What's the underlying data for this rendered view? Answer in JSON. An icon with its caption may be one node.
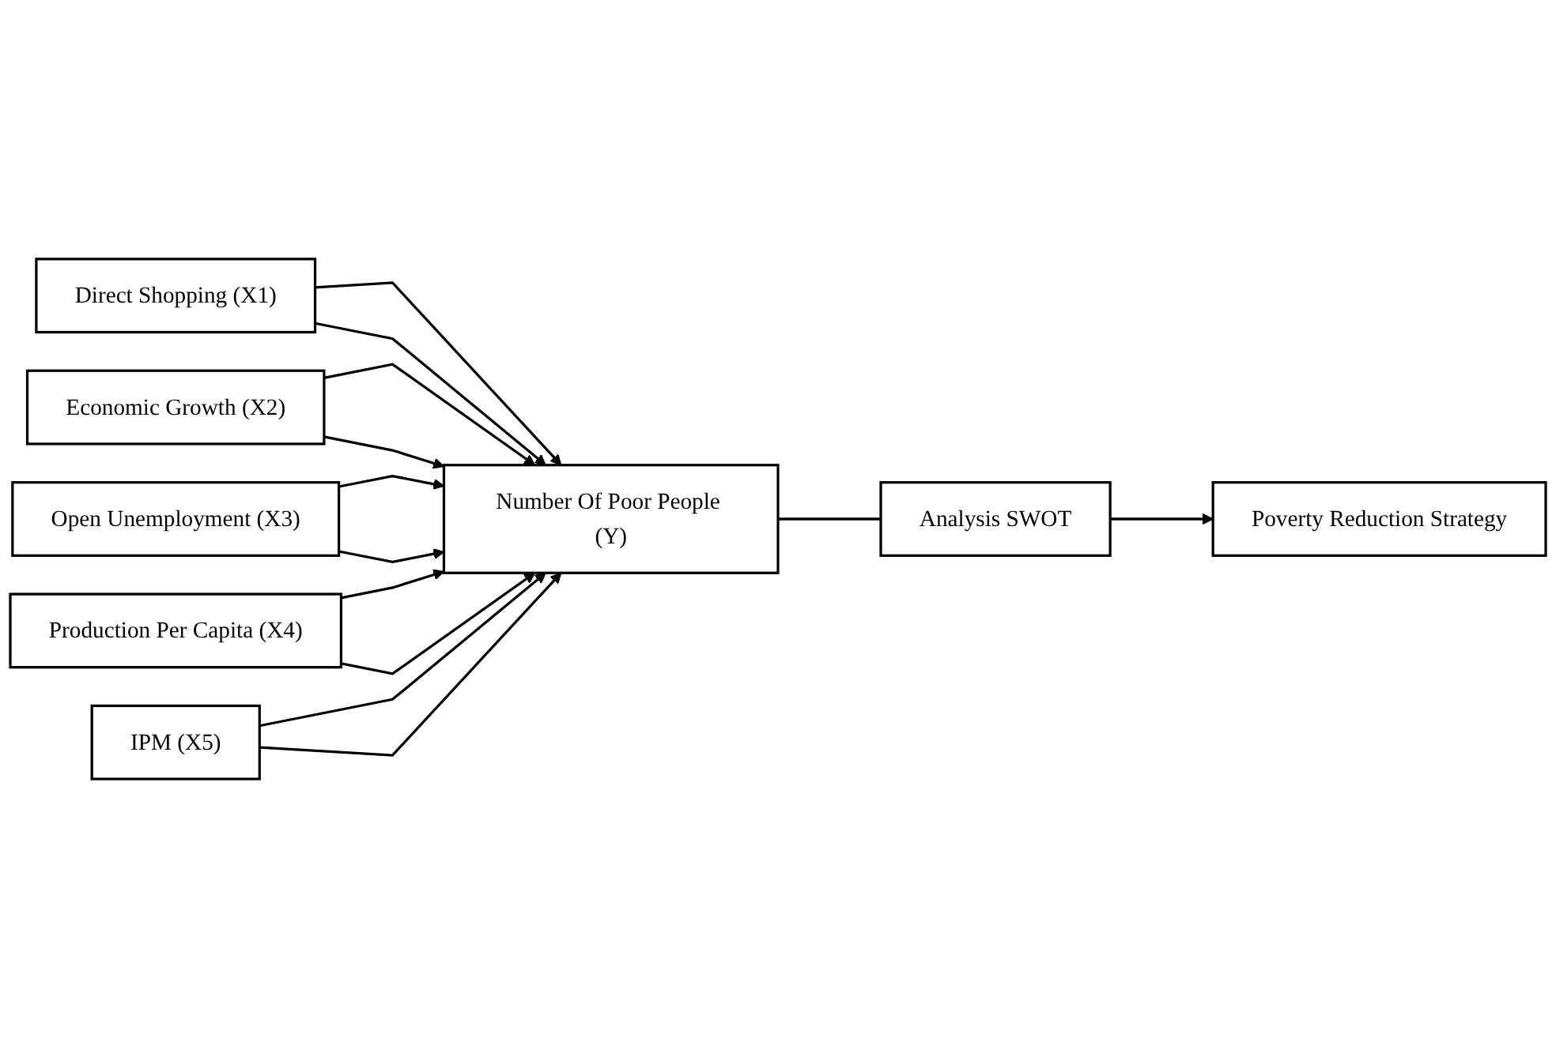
{
  "diagram": {
    "nodes": [
      {
        "text": [
          "Direct Shopping (X1)"
        ]
      },
      {
        "text": [
          "Economic Growth (X2)"
        ]
      },
      {
        "text": [
          "Open Unemployment (X3)"
        ]
      },
      {
        "text": [
          "Production Per Capita (X4)"
        ]
      },
      {
        "text": [
          "IPM (X5)"
        ]
      },
      {
        "text": [
          "Number Of Poor People (Y)"
        ]
      },
      {
        "text": [
          "Analysis SWOT"
        ]
      },
      {
        "text": [
          "Poverty Reduction Strategy"
        ]
      }
    ],
    "edges": [
      {
        "from": 0,
        "to": 5,
        "arrow": "to"
      },
      {
        "from": 1,
        "to": 5,
        "arrow": "to"
      },
      {
        "from": 2,
        "to": 5,
        "arrow": "to"
      },
      {
        "from": 3,
        "to": 5,
        "arrow": "to"
      },
      {
        "from": 4,
        "to": 5,
        "arrow": "to"
      },
      {
        "from": 0,
        "to": 5,
        "arrow": "to"
      },
      {
        "from": 1,
        "to": 5,
        "arrow": "to"
      },
      {
        "from": 2,
        "to": 5,
        "arrow": "to"
      },
      {
        "from": 3,
        "to": 5,
        "arrow": "to"
      },
      {
        "from": 4,
        "to": 5,
        "arrow": "to"
      },
      {
        "from": 5,
        "to": 6,
        "arrow": "none"
      },
      {
        "from": 6,
        "to": 7,
        "arrow": "to"
      }
    ]
  }
}
